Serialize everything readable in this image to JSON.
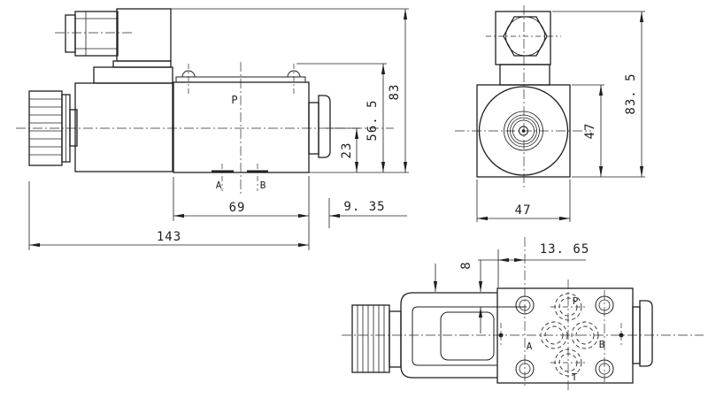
{
  "meta": {
    "background": "#ffffff",
    "line_color": "#1f1f1f"
  },
  "side_view": {
    "label_p": "P",
    "label_a": "A",
    "label_b": "B",
    "dim_23": "23",
    "dim_56_5": "56. 5",
    "dim_83": "83",
    "dim_69": "69",
    "dim_9_35": "9. 35",
    "dim_143": "143"
  },
  "front_view": {
    "dim_47_right": "47",
    "dim_83_5": "83. 5",
    "dim_47_bottom": "47"
  },
  "top_view": {
    "label_p": "P",
    "label_a": "A",
    "label_b": "B",
    "label_t": "T",
    "dim_8": "8",
    "dim_13_65": "13. 65"
  }
}
